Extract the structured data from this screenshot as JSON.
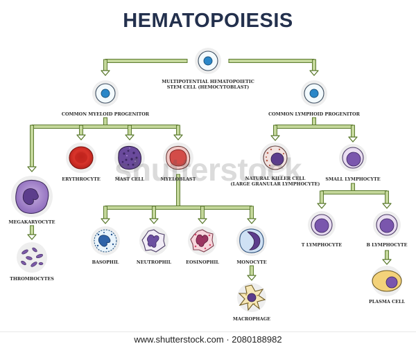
{
  "title": "HEMATOPOIESIS",
  "cells": {
    "stem": {
      "label": "MULTIPOTENTIAL HEMATOPOIETIC\nSTEM CELL (HEMOCYTOBLAST)"
    },
    "myeloid": {
      "label": "COMMON MYELOID PROGENITOR"
    },
    "lymphoid": {
      "label": "COMMON LYMPHOID PROGENITOR"
    },
    "megakaryocyte": {
      "label": "MEGAKARYOCYTE"
    },
    "thrombocytes": {
      "label": "THROMBOCYTES"
    },
    "erythrocyte": {
      "label": "ERYTHROCYTE"
    },
    "mast": {
      "label": "MAST CELL"
    },
    "myeloblast": {
      "label": "MYELOBLAST"
    },
    "basophil": {
      "label": "BASOPHIL"
    },
    "neutrophil": {
      "label": "NEUTROPHIL"
    },
    "eosinophil": {
      "label": "EOSINOPHIL"
    },
    "monocyte": {
      "label": "MONOCYTE"
    },
    "macrophage": {
      "label": "MACROPHAGE"
    },
    "nk": {
      "label": "NATURAL KILLER CELL\n(LARGE GRANULAR LYMPHOCYTE)"
    },
    "small_lymph": {
      "label": "SMALL LYMPHOCYTE"
    },
    "t_lymph": {
      "label": "T LYMPHOCYTE"
    },
    "b_lymph": {
      "label": "B LYMPHOCYTE"
    },
    "plasma": {
      "label": "PLASMA CELL"
    }
  },
  "watermark": "shutterstock",
  "footer": "www.shutterstock.com · 2080188982",
  "colors": {
    "arrow_fill": "#c4d79b",
    "arrow_stroke": "#5b7a2e",
    "title": "#23304d",
    "erythrocyte": "#d9342b",
    "nucleus_purple": "#5c3d8c",
    "stem_nucleus": "#2a87c8",
    "cell_halo": "#eeeeee"
  }
}
